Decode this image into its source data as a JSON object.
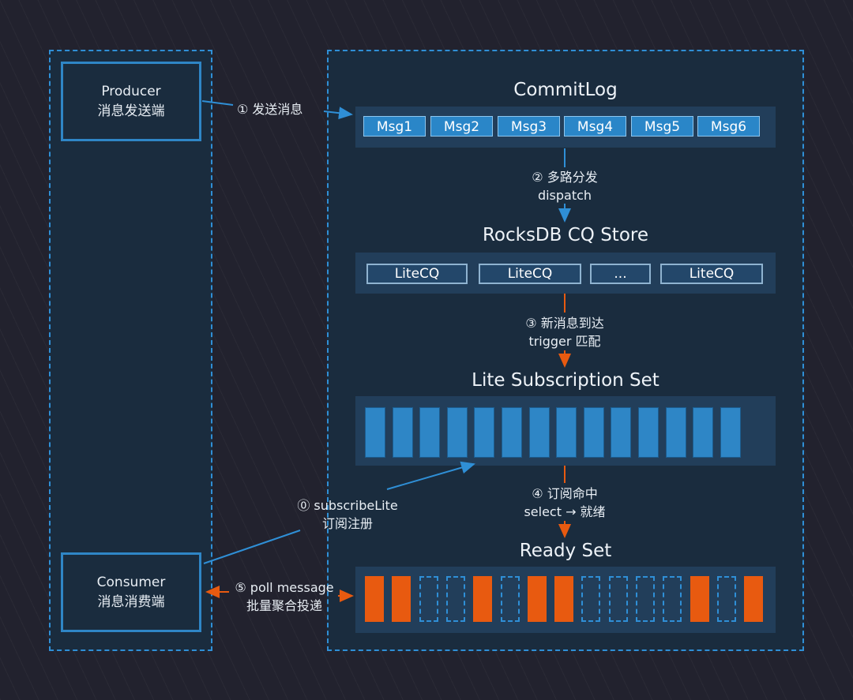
{
  "producer": {
    "name": "Producer",
    "subtitle": "消息发送端"
  },
  "consumer": {
    "name": "Consumer",
    "subtitle": "消息消费端"
  },
  "commitlog": {
    "title": "CommitLog",
    "messages": [
      "Msg1",
      "Msg2",
      "Msg3",
      "Msg4",
      "Msg5",
      "Msg6"
    ]
  },
  "cq_store": {
    "title": "RocksDB CQ Store",
    "items": [
      "LiteCQ",
      "LiteCQ",
      "...",
      "LiteCQ"
    ]
  },
  "subscription_set": {
    "title": "Lite Subscription Set",
    "slot_count": 14
  },
  "ready_set": {
    "title": "Ready Set",
    "slots": [
      1,
      1,
      0,
      0,
      1,
      0,
      1,
      1,
      0,
      0,
      0,
      0,
      1,
      0,
      1
    ]
  },
  "steps": {
    "send": "① 发送消息",
    "dispatch_line1": "② 多路分发",
    "dispatch_line2": "dispatch",
    "trigger_line1": "③ 新消息到达",
    "trigger_line2": "trigger 匹配",
    "subscribe_line1": "⓪ subscribeLite",
    "subscribe_line2": "订阅注册",
    "hit_line1": "④ 订阅命中",
    "hit_line2": "select → 就绪",
    "poll_line1": "⑤ poll message",
    "poll_line2": "批量聚合投递"
  },
  "colors": {
    "blue": "#2f8fd6",
    "orange": "#e85a10",
    "background": "#22222e",
    "panel": "#1a2c3e"
  }
}
